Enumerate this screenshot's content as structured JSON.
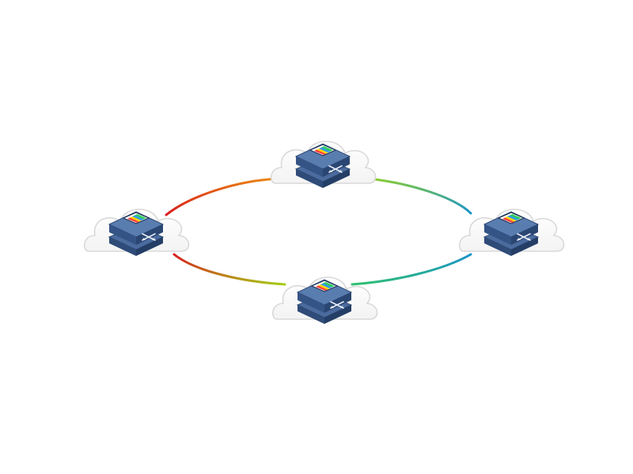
{
  "diagram": {
    "type": "ring-topology",
    "nodes": [
      {
        "id": "top",
        "kind": "switch-in-cloud"
      },
      {
        "id": "left",
        "kind": "switch-in-cloud"
      },
      {
        "id": "right",
        "kind": "switch-in-cloud"
      },
      {
        "id": "bottom",
        "kind": "switch-in-cloud"
      }
    ],
    "links": [
      {
        "from": "left",
        "to": "top",
        "color_start": "#d81c1c",
        "color_end": "#ec8b12"
      },
      {
        "from": "top",
        "to": "right",
        "color_start": "#8fd12b",
        "color_end": "#1a94c8"
      },
      {
        "from": "right",
        "to": "bottom",
        "color_start": "#1a94c8",
        "color_end": "#2fbf72"
      },
      {
        "from": "bottom",
        "to": "left",
        "color_start": "#a7cc17",
        "color_end": "#d81c1c"
      }
    ],
    "colors": {
      "cloud_fill": "#ffffff",
      "cloud_stroke": "#d9d9d9",
      "switch_top": "#4b6b9e",
      "switch_side": "#2f4b78",
      "stripes": [
        "#ff4040",
        "#ffd700",
        "#2e9af0",
        "#2fcf5b",
        "#b45cf0"
      ]
    },
    "icons": [
      "cloud-icon",
      "network-switch-icon"
    ]
  }
}
